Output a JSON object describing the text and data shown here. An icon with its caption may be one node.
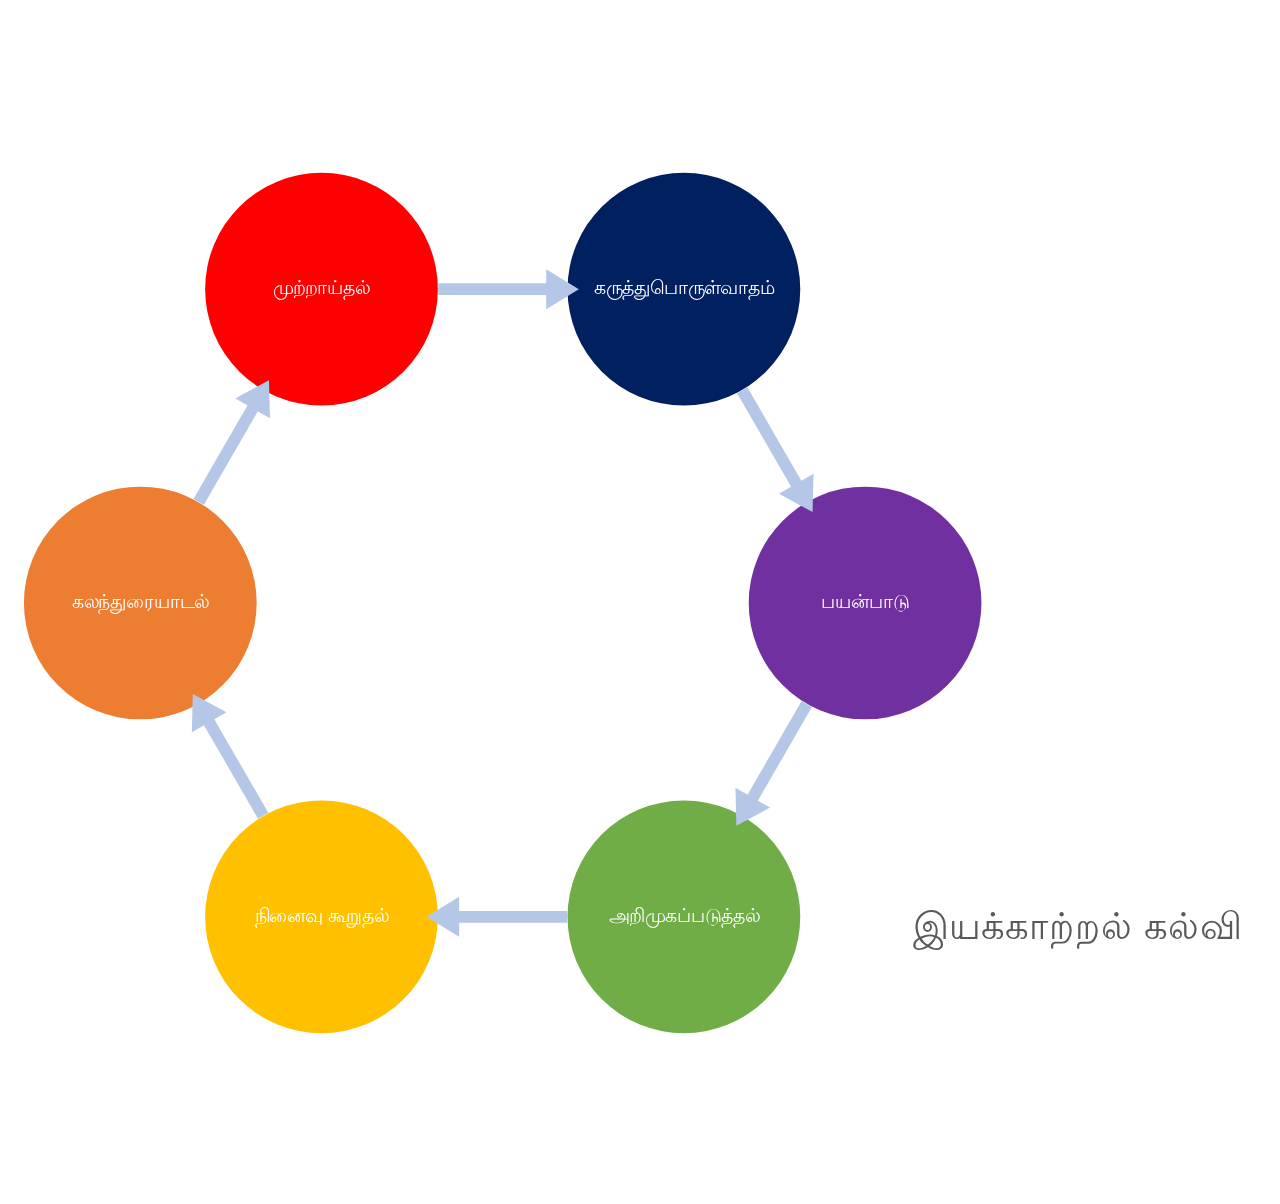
{
  "diagram": {
    "nodes": [
      {
        "text": [
          "அறிமுகப்படுத்தல்"
        ]
      },
      {
        "text": [
          "நினைவு கூறுதல்"
        ]
      },
      {
        "text": [
          "கலந்துரையாடல்"
        ]
      },
      {
        "text": [
          "முற்றாய்தல்"
        ]
      },
      {
        "text": [
          "கருத்துபொருள்வாதம்"
        ]
      },
      {
        "text": [
          "பயன்பாடு"
        ]
      }
    ],
    "edges": [
      {
        "from": 0,
        "to": 1,
        "arrow": "to"
      },
      {
        "from": 1,
        "to": 2,
        "arrow": "to"
      },
      {
        "from": 2,
        "to": 3,
        "arrow": "to"
      },
      {
        "from": 3,
        "to": 4,
        "arrow": "to"
      },
      {
        "from": 4,
        "to": 5,
        "arrow": "to"
      },
      {
        "from": 5,
        "to": 0,
        "arrow": "to"
      }
    ],
    "labels": [
      "இயக்காற்றல் கல்வி"
    ]
  }
}
